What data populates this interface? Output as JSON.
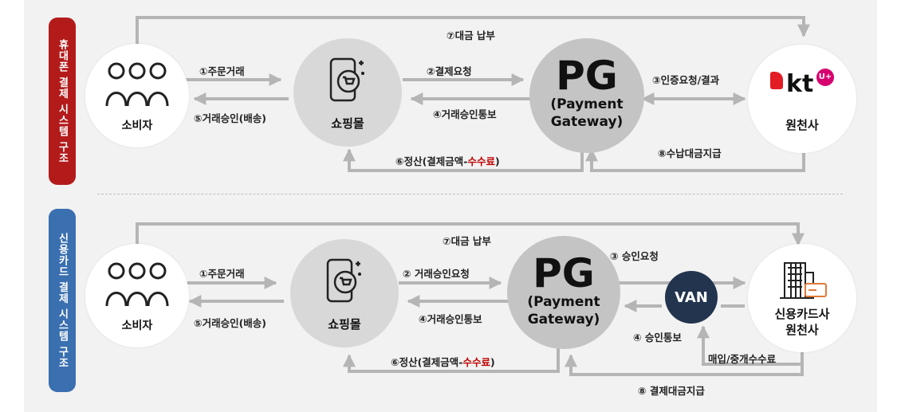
{
  "top": {
    "side_label": "휴대폰 결제 시스템 구조",
    "consumer": "소비자",
    "mall": "쇼핑몰",
    "pg_big": "PG",
    "pg_sub1": "(Payment",
    "pg_sub2": "Gateway)",
    "origin": "원천사",
    "logo_kt": "kt",
    "logo_u": "U+",
    "step1": "①주문거래",
    "step5": "⑤거래승인(배송)",
    "step2": "②결제요청",
    "step4": "④거래승인통보",
    "step3": "③인증요청/결과",
    "step7": "⑦대금 납부",
    "step6_pre": "⑥정산(결제금액-",
    "step6_red": "수수료",
    "step6_post": ")",
    "step8": "⑧수납대금지급"
  },
  "bottom": {
    "side_label": "신용카드 결제 시스템 구조",
    "consumer": "소비자",
    "mall": "쇼핑몰",
    "pg_big": "PG",
    "pg_sub1": "(Payment",
    "pg_sub2": "Gateway)",
    "van": "VAN",
    "origin1": "신용카드사",
    "origin2": "원천사",
    "step1": "①주문거래",
    "step5": "⑤거래승인(배송)",
    "step2": "② 거래승인요청",
    "step4": "④거래승인통보",
    "step3": "③ 승인요청",
    "step4b": "④ 승인통보",
    "step7": "⑦대금 납부",
    "fee": "매입/중개수수료",
    "step6_pre": "⑥정산(결제금액-",
    "step6_red": "수수료",
    "step6_post": ")",
    "step8": "⑧ 결제대금지급"
  },
  "colors": {
    "arrow": "#b5b5b5",
    "red": "#c00000",
    "blue": "#3a6fb0",
    "van": "#23344f"
  }
}
